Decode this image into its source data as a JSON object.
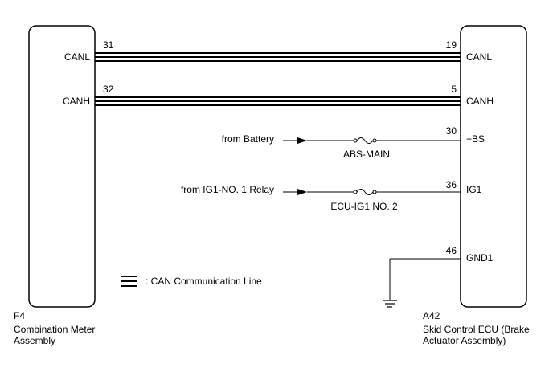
{
  "left_component": {
    "code": "F4",
    "name_line1": "Combination Meter",
    "name_line2": "Assembly",
    "pins": [
      {
        "signal": "CANL",
        "pin": "31"
      },
      {
        "signal": "CANH",
        "pin": "32"
      }
    ]
  },
  "right_component": {
    "code": "A42",
    "name_line1": "Skid Control ECU (Brake",
    "name_line2": "Actuator Assembly)",
    "pins": [
      {
        "signal": "CANL",
        "pin": "19"
      },
      {
        "signal": "CANH",
        "pin": "5"
      },
      {
        "signal": "+BS",
        "pin": "30"
      },
      {
        "signal": "IG1",
        "pin": "36"
      },
      {
        "signal": "GND1",
        "pin": "46"
      }
    ]
  },
  "inputs": [
    {
      "source": "from Battery",
      "fuse": "ABS-MAIN"
    },
    {
      "source": "from IG1-NO. 1 Relay",
      "fuse": "ECU-IG1 NO. 2"
    }
  ],
  "legend": {
    "label": ": CAN Communication Line"
  }
}
